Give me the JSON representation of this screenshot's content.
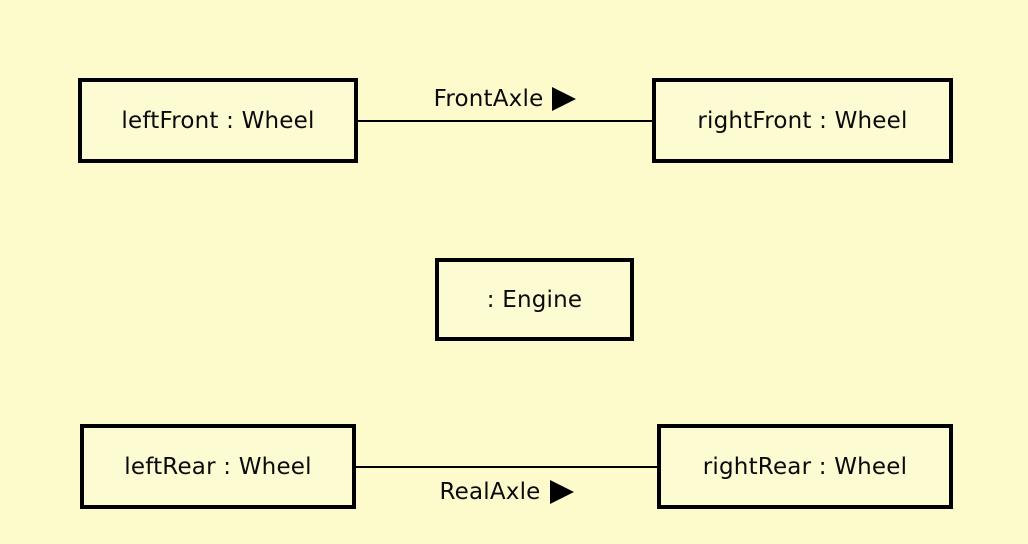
{
  "diagram": {
    "type": "uml-object-diagram",
    "colors": {
      "background": "#FDFACC",
      "box_fill": "#FDFBD2",
      "border_and_text": "#000000"
    },
    "nodes": [
      {
        "id": "leftFront",
        "label": "leftFront : Wheel"
      },
      {
        "id": "rightFront",
        "label": "rightFront : Wheel"
      },
      {
        "id": "engine",
        "label": ": Engine"
      },
      {
        "id": "leftRear",
        "label": "leftRear : Wheel"
      },
      {
        "id": "rightRear",
        "label": "rightRear : Wheel"
      }
    ],
    "links": [
      {
        "id": "front-axle",
        "from": "leftFront",
        "to": "rightFront",
        "label": "FrontAxle",
        "direction_icon": "filled-right-triangle",
        "label_position": "above-line"
      },
      {
        "id": "rear-axle",
        "from": "leftRear",
        "to": "rightRear",
        "label": "RealAxle",
        "direction_icon": "filled-right-triangle",
        "label_position": "below-line"
      }
    ]
  }
}
